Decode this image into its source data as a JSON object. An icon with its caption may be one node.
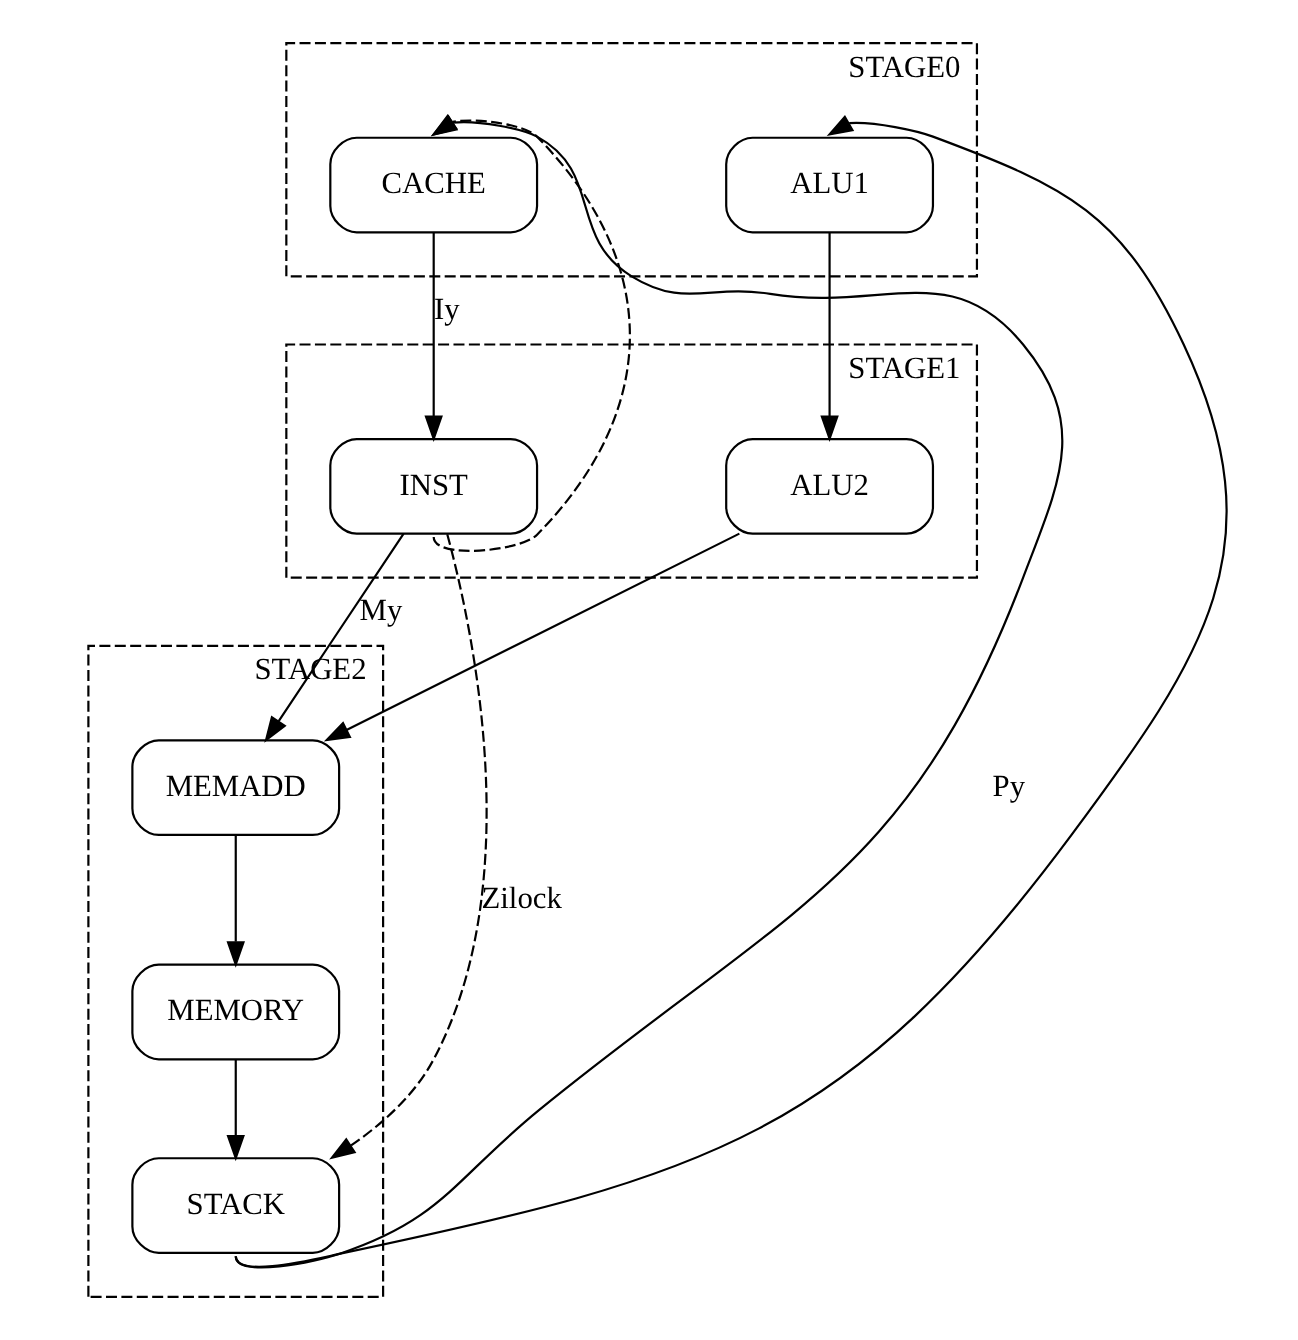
{
  "diagram": {
    "nodes": [
      {
        "text": [
          "STAGE0"
        ]
      },
      {
        "text": [
          "CACHE"
        ],
        "in": 0
      },
      {
        "text": [
          "ALU1"
        ],
        "in": 0
      },
      {
        "text": [
          "STAGE1"
        ]
      },
      {
        "text": [
          "INST"
        ],
        "in": 3
      },
      {
        "text": [
          "ALU2"
        ],
        "in": 3
      },
      {
        "text": [
          "STAGE2"
        ]
      },
      {
        "text": [
          "MEMADD"
        ],
        "in": 6
      },
      {
        "text": [
          "MEMORY"
        ],
        "in": 6
      },
      {
        "text": [
          "STACK"
        ],
        "in": 6
      }
    ],
    "edges": [
      {
        "from": 9,
        "to": 1,
        "arrow": "to",
        "label": "Py"
      },
      {
        "from": 9,
        "to": 2,
        "arrow": "to"
      },
      {
        "from": 1,
        "to": 4,
        "arrow": "to",
        "label": "Iy"
      },
      {
        "from": 2,
        "to": 5,
        "arrow": "to"
      },
      {
        "from": 4,
        "to": 7,
        "arrow": "to",
        "label": "My"
      },
      {
        "from": 5,
        "to": 7,
        "arrow": "to"
      },
      {
        "from": 7,
        "to": 8,
        "arrow": "to"
      },
      {
        "from": 8,
        "to": 9,
        "arrow": "to"
      },
      {
        "from": 4,
        "to": 1,
        "arrow": "to",
        "style": "dashed"
      },
      {
        "from": 4,
        "to": 9,
        "arrow": "to",
        "style": "dashed",
        "label": "Zilock"
      }
    ]
  }
}
